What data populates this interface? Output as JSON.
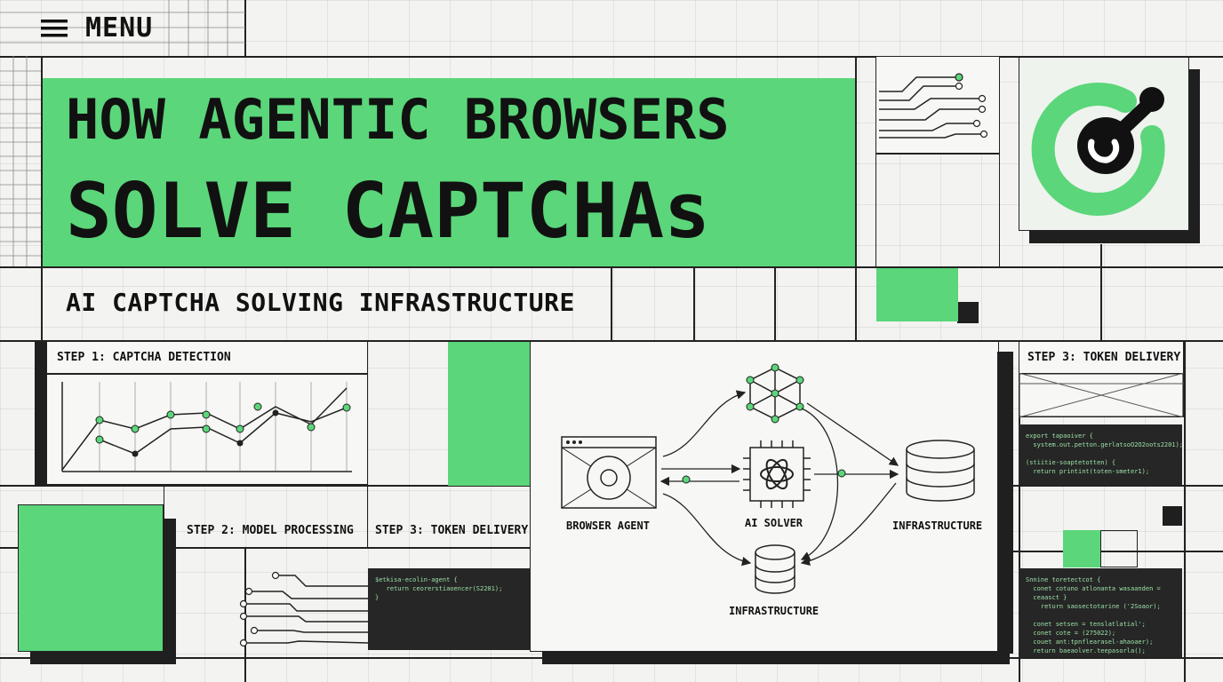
{
  "menu": {
    "label": "MENU"
  },
  "title": {
    "line1": "HOW AGENTIC BROWSERS",
    "line2": "SOLVE CAPTCHAs"
  },
  "subtitle": "AI CAPTCHA SOLVING INFRASTRUCTURE",
  "steps": {
    "detection": "STEP 1: CAPTCHA DETECTION",
    "processing": "STEP 2: MODEL PROCESSING",
    "delivery_mid": "STEP 3: TOKEN DELIVERY",
    "delivery_right": "STEP 3: TOKEN DELIVERY"
  },
  "diagram": {
    "browser_agent": "BROWSER AGENT",
    "ai_solver": "AI SOLVER",
    "infrastructure_right": "INFRASTRUCTURE",
    "infrastructure_bottom": "INFRASTRUCTURE"
  },
  "code": {
    "mid": "$etkisa-ecolin-agent {\n   return ceorerstiaoencer(S2201);\n}",
    "right_top": "export tapaoiver {\n  system.out.petton.gerlatsoO2O2oots2201);\n\n(stiitie-soaptetotten) {\n  return printint(toten-smeter1);",
    "right_bottom": "Snnine toretectcot {\n  conet cotuno atlonanta wasaanden =\n  ceaasct }\n    return saosectotarine ('2Soaor);\n\n  conet setsen = tenslatlatial';\n  conet cote = (275022);\n  couet ant:tpnflearasel-ahaoaer);\n  return baeaolver.teepasorla();"
  },
  "colors": {
    "accent": "#5bd67a",
    "dark": "#1f1f1f",
    "background": "#f3f3f1"
  }
}
